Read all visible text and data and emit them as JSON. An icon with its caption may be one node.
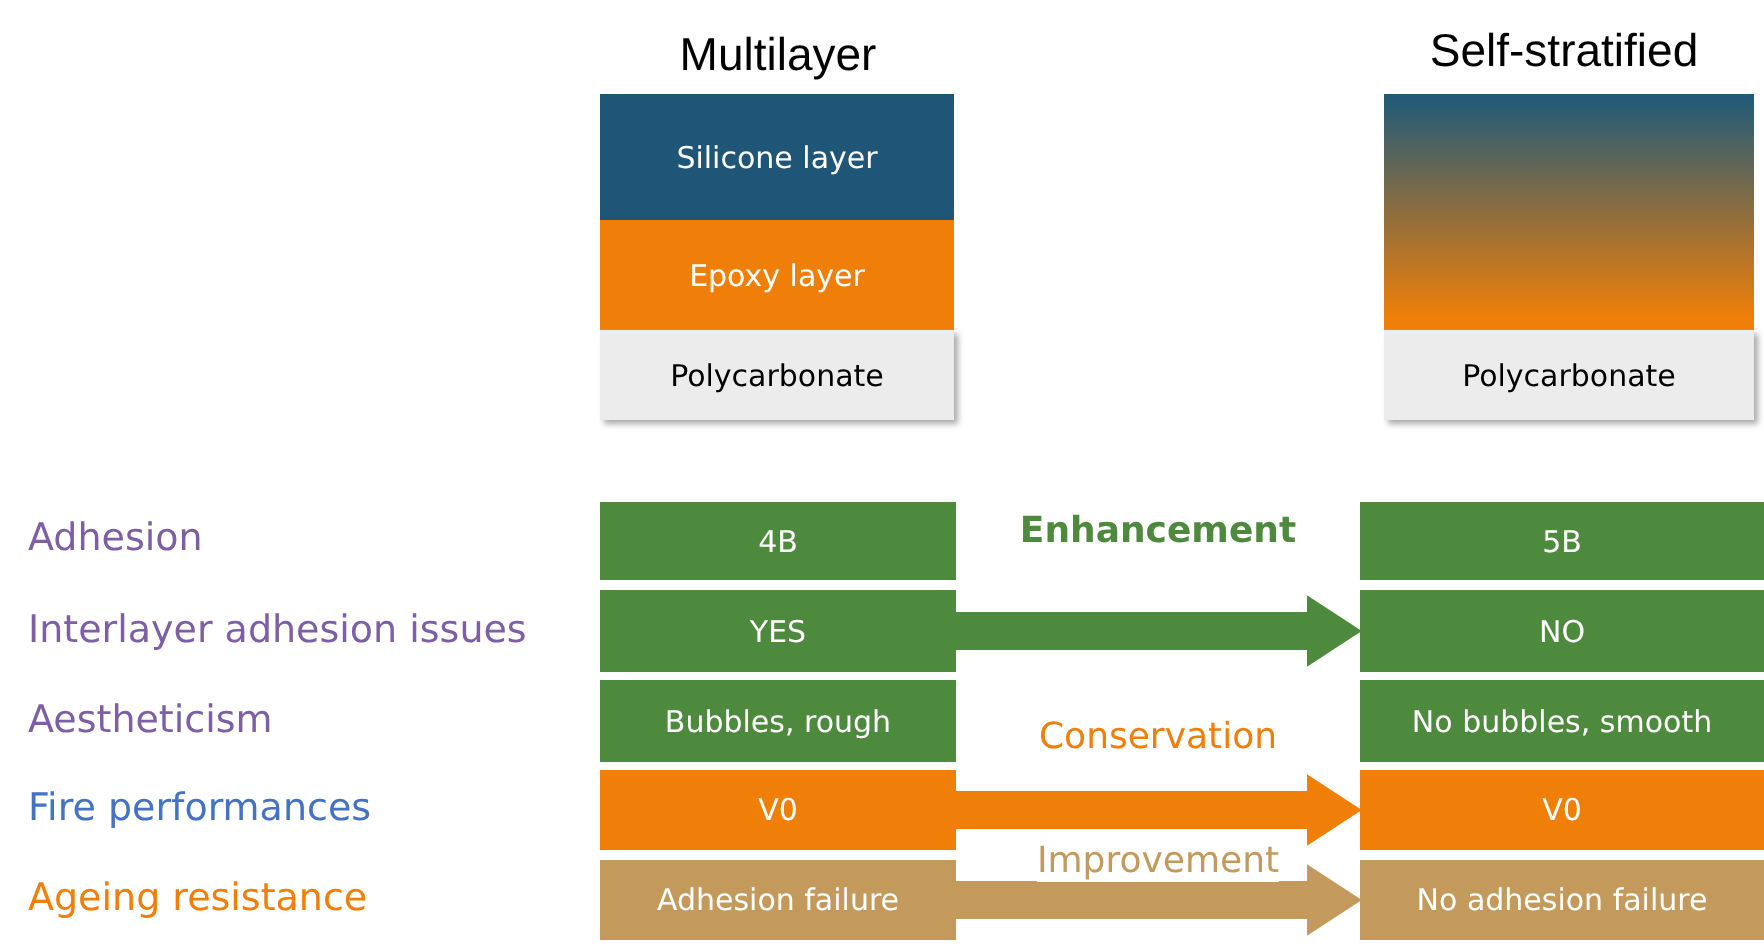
{
  "diagram": {
    "nodes": [
      {
        "text": [
          "Silicone layer"
        ]
      },
      {
        "text": [
          "Epoxy layer"
        ]
      },
      {
        "text": [
          "Polycarbonate"
        ]
      },
      {
        "text": [],
        "shape": "box"
      },
      {
        "text": [
          "Polycarbonate"
        ]
      },
      {
        "text": [
          "4B"
        ]
      },
      {
        "text": [
          "YES"
        ]
      },
      {
        "text": [
          "Bubbles, rough"
        ]
      },
      {
        "text": [
          "V0"
        ]
      },
      {
        "text": [
          "Adhesion failure"
        ]
      },
      {
        "text": [
          "5B"
        ]
      },
      {
        "text": [
          "NO"
        ]
      },
      {
        "text": [
          "No bubbles, smooth"
        ]
      },
      {
        "text": [
          "V0"
        ]
      },
      {
        "text": [
          "No adhesion failure"
        ]
      }
    ],
    "edges": [
      {
        "from": 6,
        "to": 11,
        "arrow": "to",
        "label": "Enhancement",
        "style": "thick",
        "color": "#4e8a3e"
      },
      {
        "from": 8,
        "to": 13,
        "arrow": "to",
        "label": "Conservation",
        "style": "thick",
        "color": "#f07f09"
      },
      {
        "from": 9,
        "to": 14,
        "arrow": "to",
        "label": "Improvement",
        "style": "thick",
        "color": "#c49a5c"
      }
    ],
    "labels": [
      "Multilayer",
      "Self-stratified",
      "Adhesion",
      "Interlayer adhesion issues",
      "Aestheticism",
      "Fire performances",
      "Ageing resistance"
    ]
  }
}
